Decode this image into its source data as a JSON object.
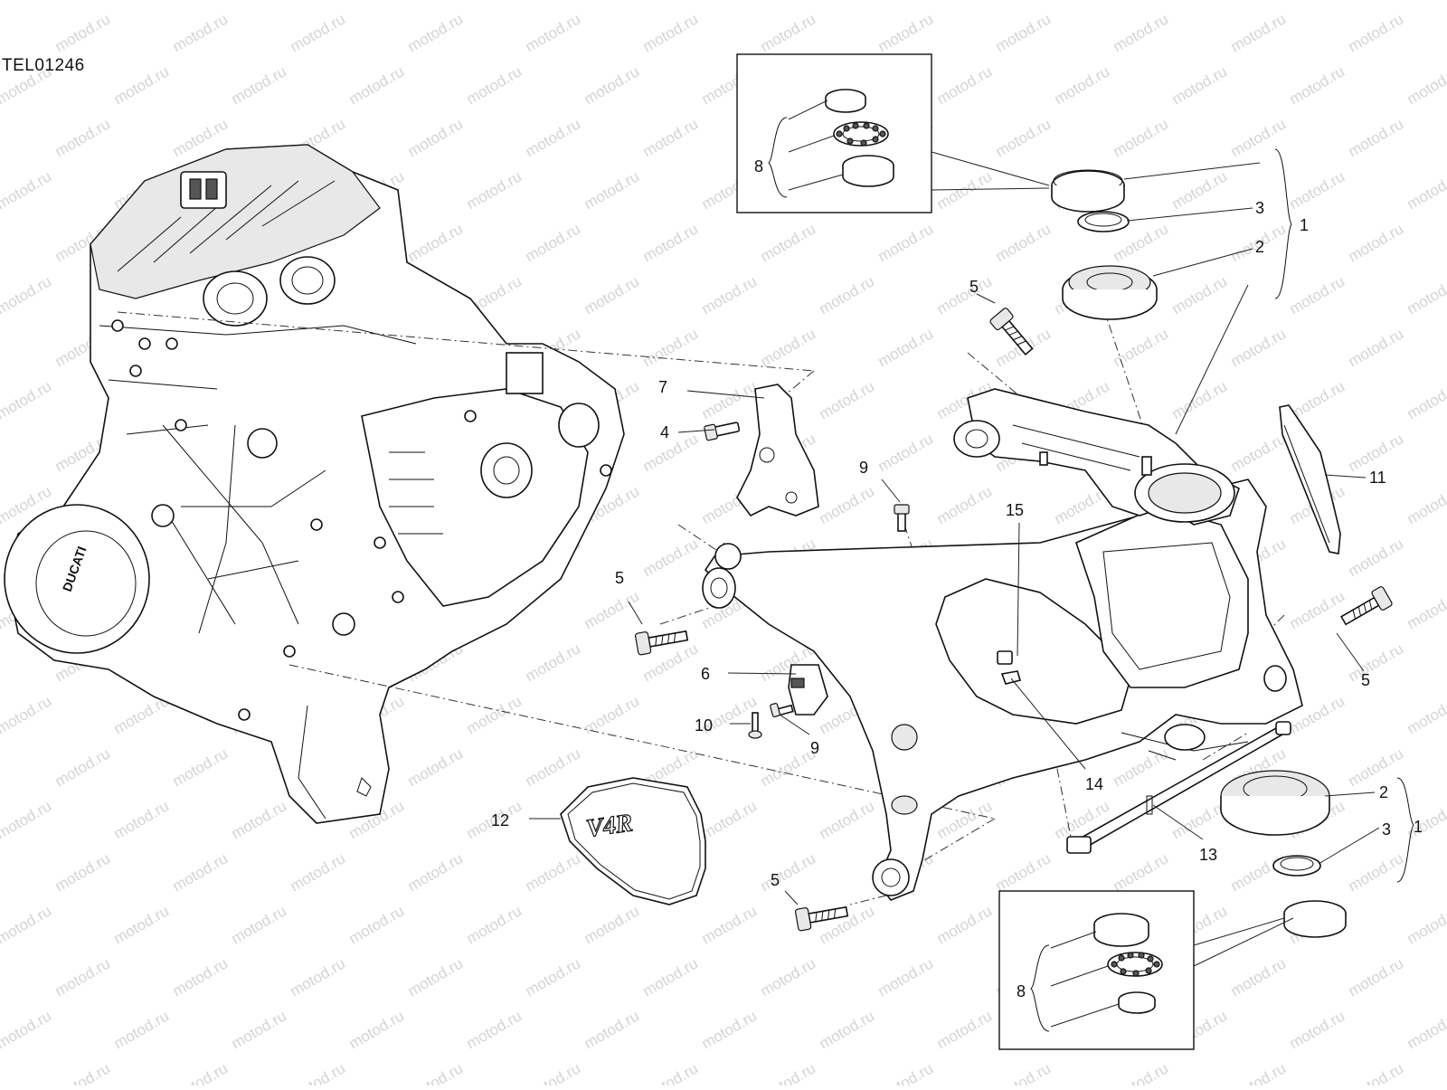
{
  "drawing": {
    "reference_code": "TEL01246",
    "watermark": "motod.ru",
    "engine_logo": "DUCATI",
    "cover_logo": "V4R"
  },
  "callouts": {
    "upper_kit": "1",
    "lower_kit": "1",
    "upper_seal_2": "2",
    "lower_seal_2": "2",
    "upper_ring_3": "3",
    "lower_ring_3": "3",
    "bolt_4": "4",
    "bolt_5_top": "5",
    "bolt_5_left": "5",
    "bolt_5_right": "5",
    "bolt_5_bottom": "5",
    "sensor_6": "6",
    "bracket_7": "7",
    "upper_bearing_set_8": "8",
    "lower_bearing_set_8": "8",
    "screw_9_top": "9",
    "screw_9_bottom": "9",
    "screw_10": "10",
    "plate_11": "11",
    "cover_12": "12",
    "strap_13": "13",
    "clip_14": "14",
    "nut_15": "15"
  }
}
